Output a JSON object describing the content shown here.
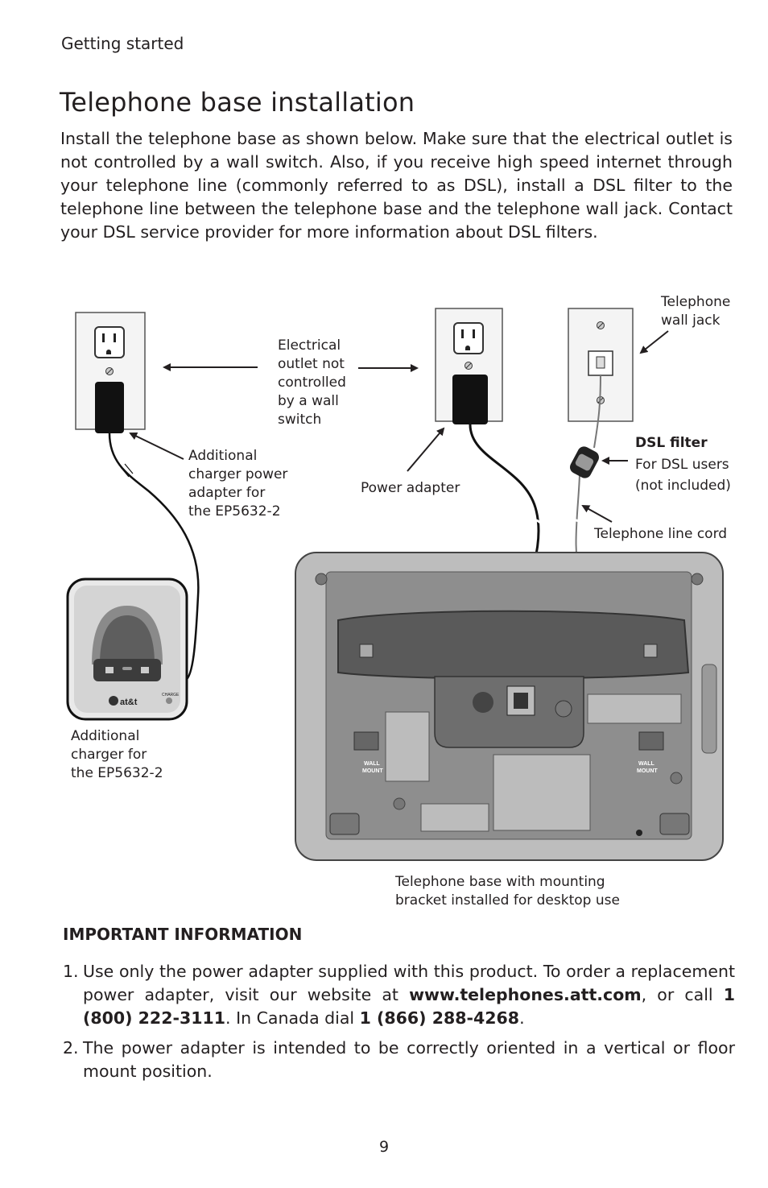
{
  "header": {
    "section": "Getting started"
  },
  "page": {
    "title": "Telephone base installation",
    "intro": "Install the telephone base as shown below. Make sure that the electrical outlet is not controlled by a wall switch. Also, if you receive high speed internet through your telephone line (commonly referred to as DSL), install a DSL filter to the telephone line between the telephone base and the telephone wall jack. Contact your DSL service provider for more information about DSL filters."
  },
  "diagram": {
    "outlet_label": [
      "Electrical",
      "outlet not",
      "controlled",
      "by a wall",
      "switch"
    ],
    "wall_jack_label": [
      "Telephone",
      "wall jack"
    ],
    "additional_adapter_label": [
      "Additional",
      "charger power",
      "adapter for",
      "the EP5632-2"
    ],
    "power_adapter_label": "Power adapter",
    "dsl_filter_title": "DSL filter",
    "dsl_filter_note": [
      "For DSL users",
      "(not included)"
    ],
    "line_cord_label": "Telephone line cord",
    "charger_label": [
      "Additional",
      "charger for",
      "the EP5632-2"
    ],
    "base_label": [
      "Telephone base with mounting",
      "bracket installed for desktop use"
    ],
    "charger_brand": "at&t",
    "charger_led": "CHARGE",
    "wall_mount_left": [
      "WALL",
      "MOUNT"
    ],
    "wall_mount_right": [
      "WALL",
      "MOUNT"
    ]
  },
  "important": {
    "heading": "IMPORTANT INFORMATION",
    "item1": {
      "num": "1.",
      "t1": "Use only the power adapter supplied with this product. To order a replacement power adapter, visit our website at ",
      "url": "www.telephones.att.com",
      "t2": ", or call ",
      "phone_us": "1 (800) 222-3111",
      "t3": ". In Canada dial ",
      "phone_ca": "1 (866) 288-4268",
      "t4": "."
    },
    "item2": {
      "num": "2.",
      "text": "The power adapter is intended to be correctly oriented in a vertical or floor mount position."
    }
  },
  "footer": {
    "page_number": "9"
  }
}
